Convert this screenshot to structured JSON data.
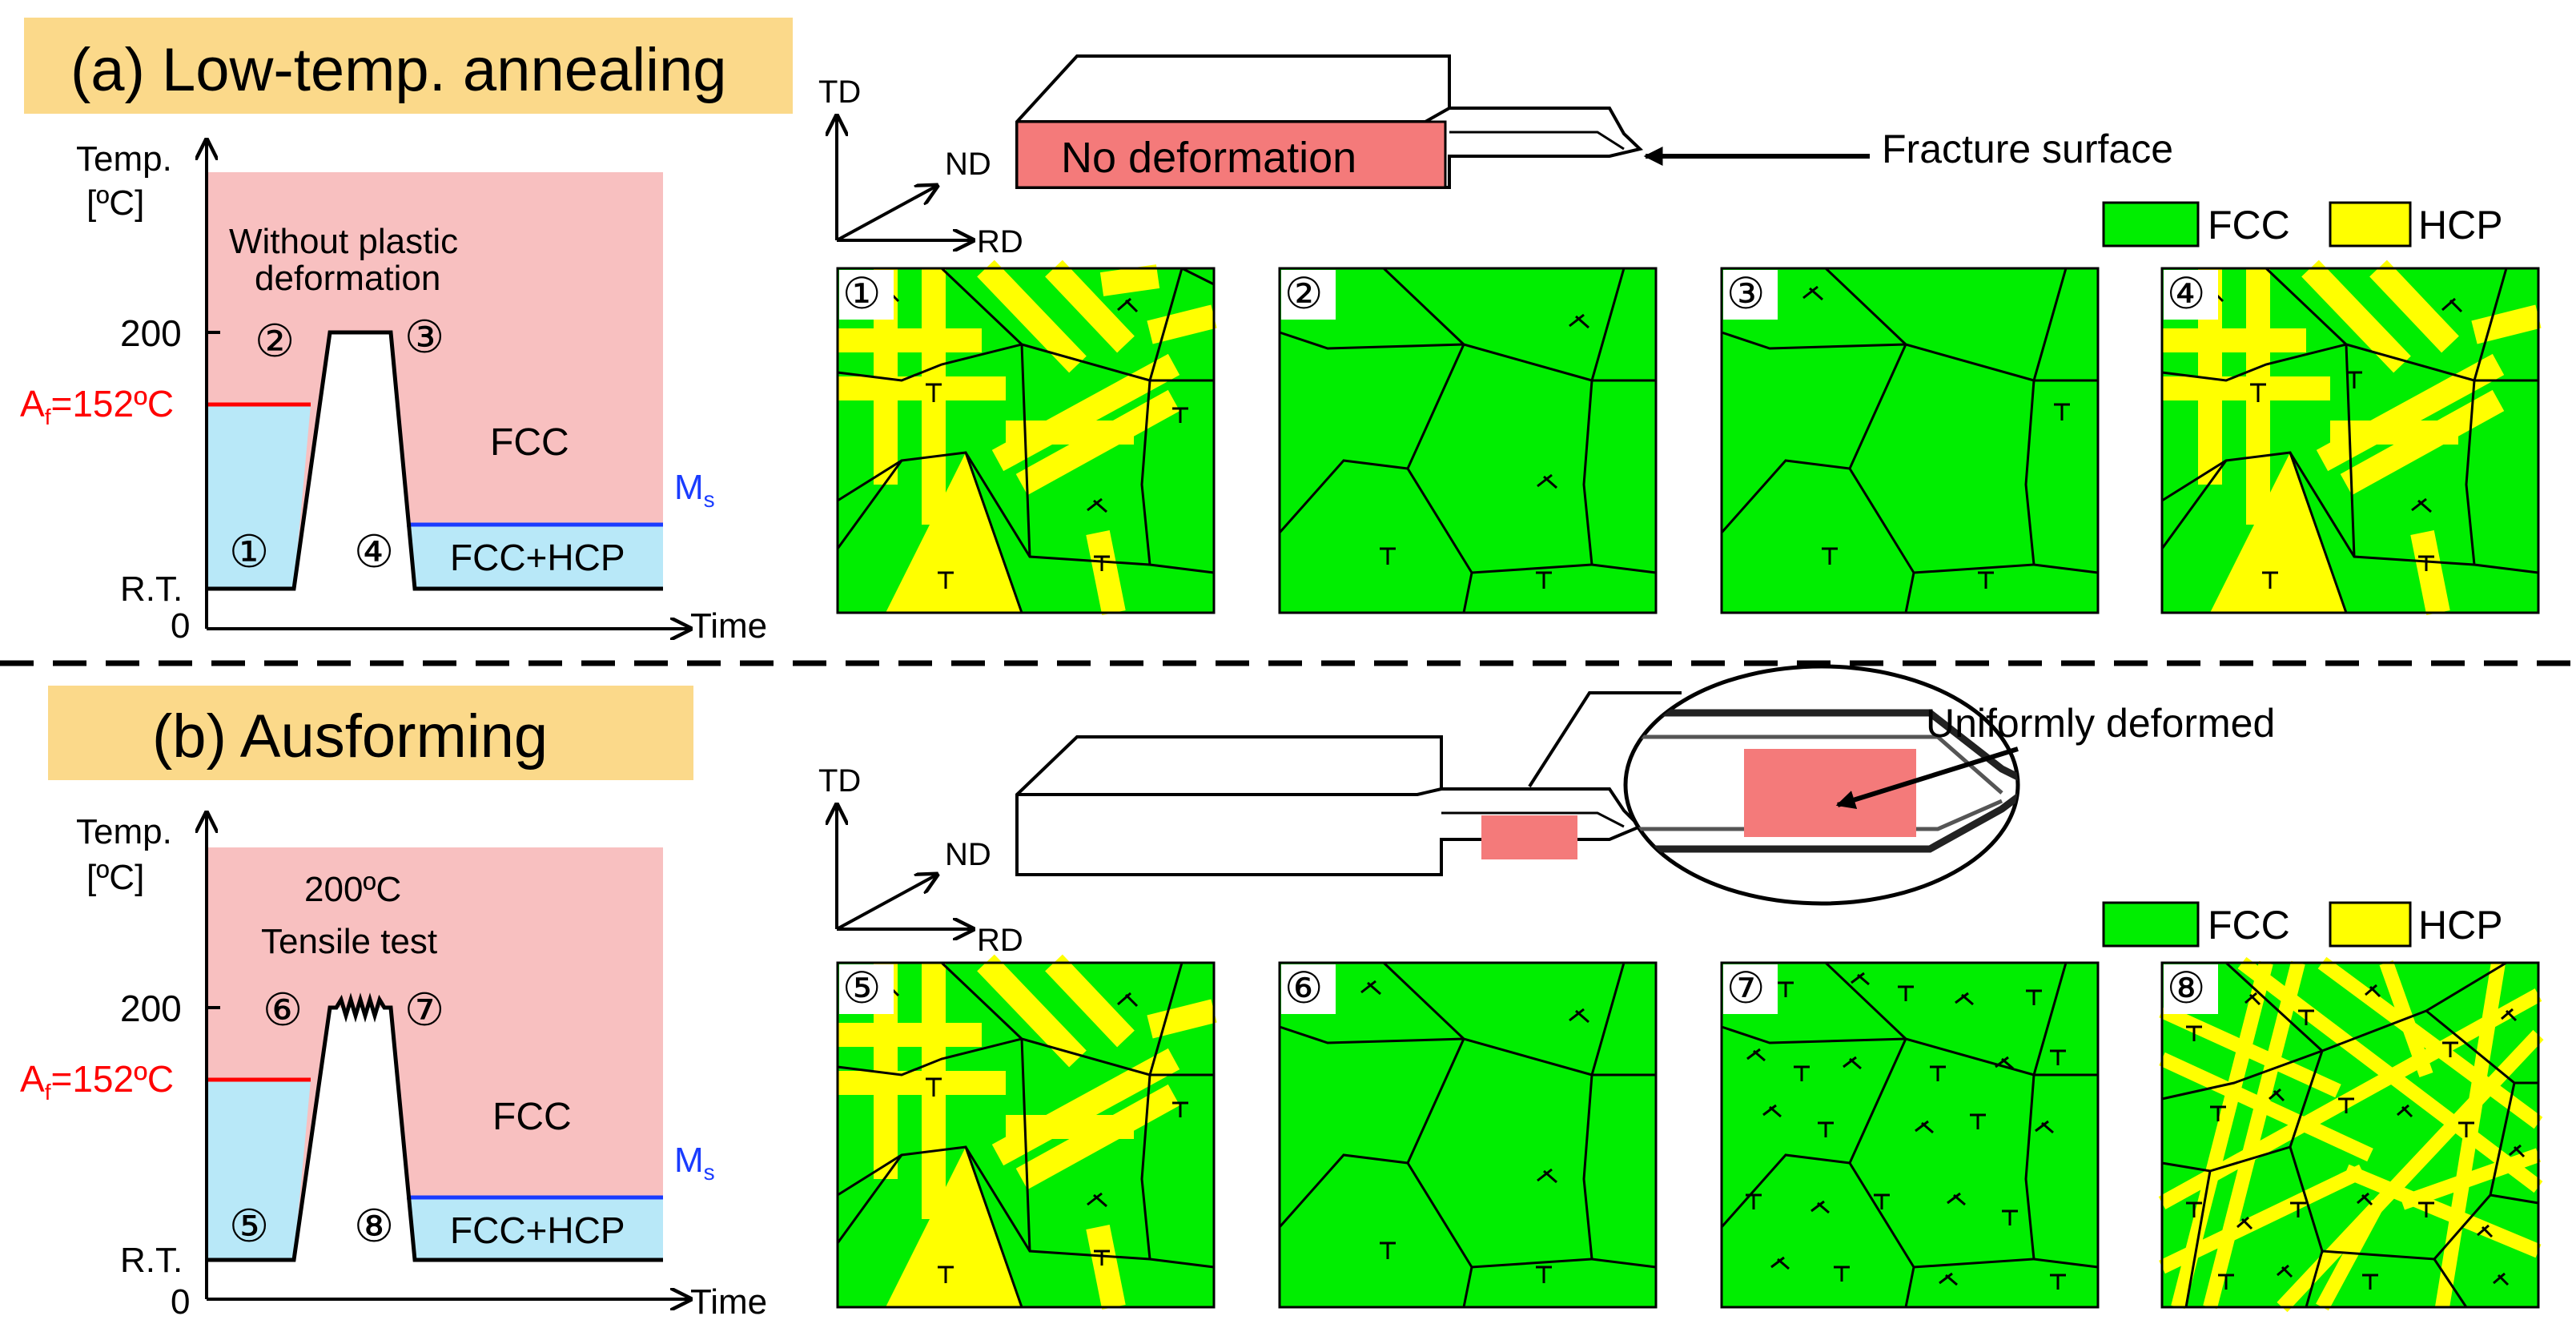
{
  "colors": {
    "fcc": "#00ee00",
    "hcp": "#ffff00",
    "pink": "#f8c0c0",
    "cyan": "#b8e8f8",
    "af": "#ff0000",
    "ms": "#1a3cff",
    "banner": "#fbd98a",
    "deform": "#f47a7a"
  },
  "legend": {
    "fcc": "FCC",
    "hcp": "HCP"
  },
  "axes": {
    "td": "TD",
    "nd": "ND",
    "rd": "RD"
  },
  "panel_a": {
    "title": "(a) Low-temp. annealing",
    "plot": {
      "y_title_1": "Temp.",
      "y_title_2": "[ºC]",
      "y_200": "200",
      "af_label": "=152ºC",
      "af_prefix": "A",
      "af_sub": "f",
      "rt": "R.T.",
      "zero": "0",
      "time": "Time",
      "note_1": "Without plastic",
      "note_2": "deformation",
      "fcc": "FCC",
      "fcc_hcp": "FCC+HCP",
      "ms": "M",
      "ms_sub": "s",
      "s1": "①",
      "s2": "②",
      "s3": "③",
      "s4": "④"
    },
    "specimen": {
      "region": "No deformation",
      "callout": "Fracture surface"
    },
    "micro_labels": [
      "①",
      "②",
      "③",
      "④"
    ]
  },
  "panel_b": {
    "title": "(b) Ausforming",
    "plot": {
      "y_title_1": "Temp.",
      "y_title_2": "[ºC]",
      "y_200": "200",
      "af_label": "=152ºC",
      "af_prefix": "A",
      "af_sub": "f",
      "rt": "R.T.",
      "zero": "0",
      "time": "Time",
      "note_1": "200ºC",
      "note_2": "Tensile test",
      "fcc": "FCC",
      "fcc_hcp": "FCC+HCP",
      "ms": "M",
      "ms_sub": "s",
      "s1": "⑤",
      "s2": "⑥",
      "s3": "⑦",
      "s4": "⑧"
    },
    "specimen": {
      "callout": "Uniformly deformed"
    },
    "micro_labels": [
      "⑤",
      "⑥",
      "⑦",
      "⑧"
    ]
  }
}
